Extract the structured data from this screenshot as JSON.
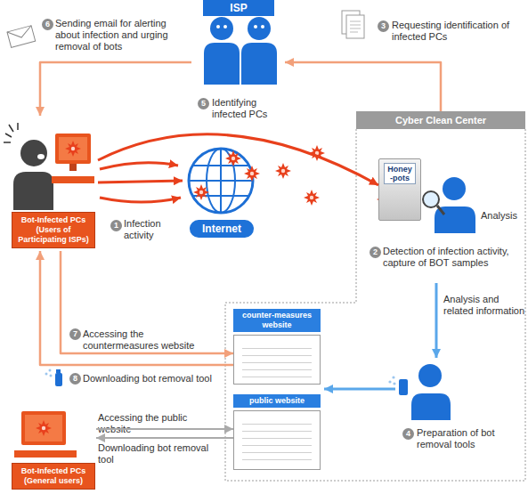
{
  "diagram": {
    "nodes": [
      {
        "text": [
          "ISP"
        ]
      },
      {
        "text": [
          "Bot-Infected PCs (Users of Participating ISPs)"
        ]
      },
      {
        "text": [
          "Internet"
        ]
      },
      {
        "text": [
          "Cyber Clean Center"
        ]
      },
      {
        "text": [
          "Honey -pots"
        ],
        "in": 3
      },
      {
        "text": [
          "counter-measures website"
        ],
        "in": 3
      },
      {
        "text": [
          "public website"
        ],
        "in": 3
      },
      {
        "text": [
          "Bot-Infected PCs (General users)"
        ]
      }
    ],
    "edges": [
      {
        "from": 3,
        "to": 0,
        "arrow": "to",
        "label": "Requesting identification of infected PCs"
      },
      {
        "from": 0,
        "to": 1,
        "arrow": "to",
        "label": "Sending email for alerting about infection and urging removal of bots"
      },
      {
        "from": 1,
        "to": 2,
        "arrow": "to"
      },
      {
        "from": 1,
        "to": 4,
        "arrow": "to"
      },
      {
        "from": 1,
        "to": 5,
        "arrow": "to",
        "label": "Accessing the countermeasures website"
      },
      {
        "from": 5,
        "to": 1,
        "arrow": "to",
        "label": "Downloading bot removal tool"
      },
      {
        "from": 7,
        "to": 6,
        "arrow": "to",
        "label": "Accessing the public website"
      },
      {
        "from": 6,
        "to": 7,
        "arrow": "to",
        "label": "Downloading bot removal tool"
      }
    ],
    "labels": [
      "1",
      "Infection activity",
      "2",
      "Detection of infection activity, capture of BOT samples",
      "Analysis",
      "Analysis and related information",
      "3",
      "4",
      "Preparation of bot removal tools",
      "5",
      "Identifying infected PCs",
      "6",
      "7",
      "8"
    ]
  }
}
